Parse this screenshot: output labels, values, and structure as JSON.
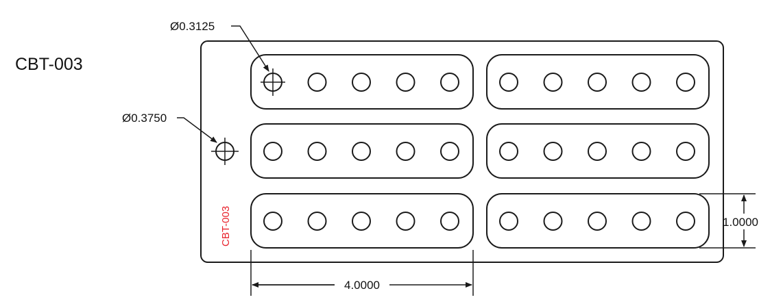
{
  "title": "CBT-003",
  "part_marking": {
    "text": "CBT-003",
    "color": "#e8202a"
  },
  "callouts": {
    "small_hole_diameter": "Ø0.3125",
    "mount_hole_diameter": "Ø0.3750"
  },
  "dimensions": {
    "slot_length": "4.0000",
    "slot_width": "1.0000"
  },
  "layout": {
    "slot_rows": 3,
    "slot_columns": 2,
    "holes_per_slot": 5
  }
}
